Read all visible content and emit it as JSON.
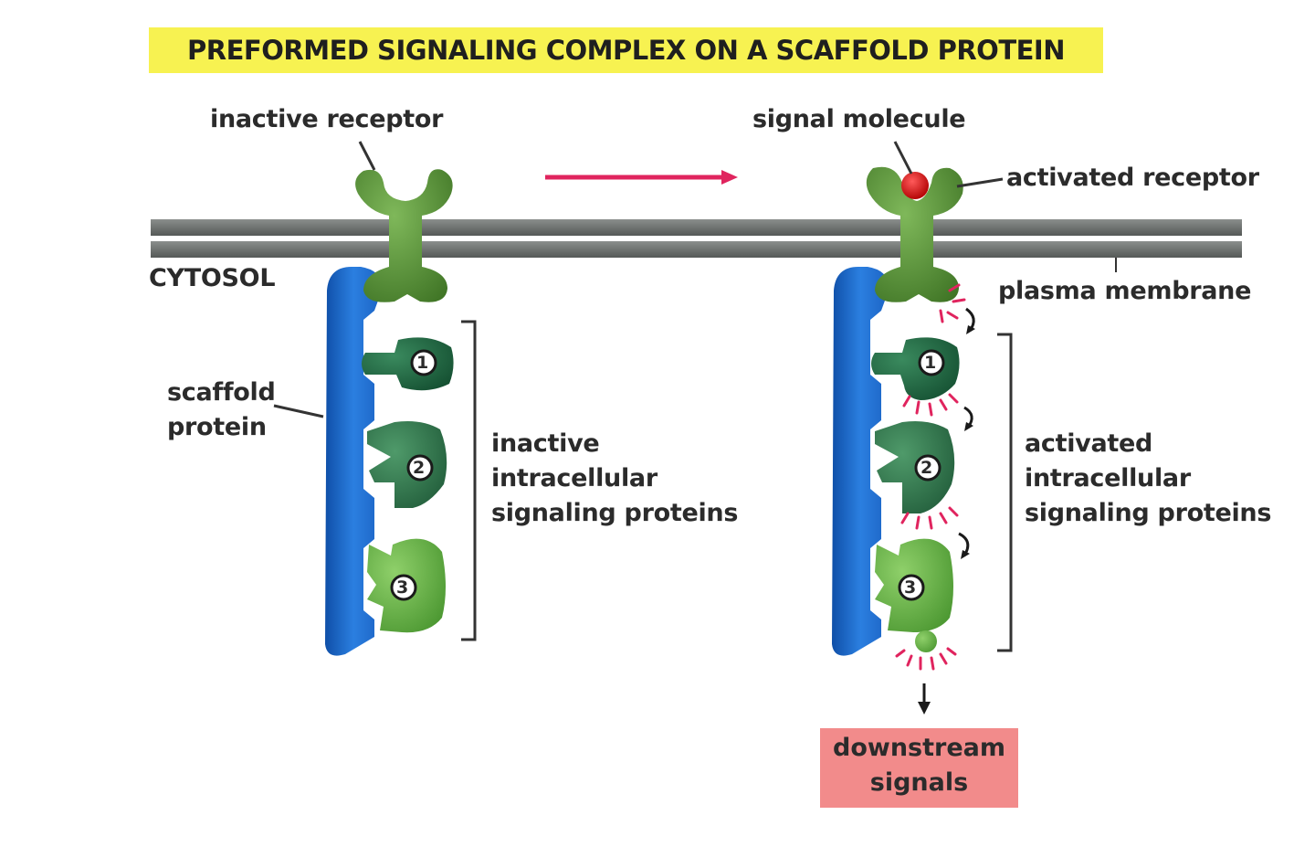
{
  "title": "PREFORMED SIGNALING COMPLEX ON A SCAFFOLD PROTEIN",
  "labels": {
    "inactive_receptor": "inactive receptor",
    "signal_molecule": "signal molecule",
    "activated_receptor": "activated receptor",
    "cytosol": "CYTOSOL",
    "plasma_membrane": "plasma membrane",
    "scaffold_protein": "scaffold\nprotein",
    "inactive_proteins": "inactive\nintracellular\nsignaling proteins",
    "activated_proteins": "activated\nintracellular\nsignaling proteins",
    "downstream_signals": "downstream\nsignals"
  },
  "protein_numbers": [
    "1",
    "2",
    "3"
  ],
  "colors": {
    "title_highlight": "#f7f251",
    "membrane": "#6b6f6d",
    "scaffold": "#1f6fd0",
    "receptor": "#4e8a2e",
    "protein_1": "#1f6b45",
    "protein_2": "#2f7a4e",
    "protein_3": "#5aa83a",
    "signal_molecule": "#d01010",
    "transition_arrow": "#e0245e",
    "activation_marks": "#e0245e",
    "downstream_box": "#f28b8b"
  }
}
